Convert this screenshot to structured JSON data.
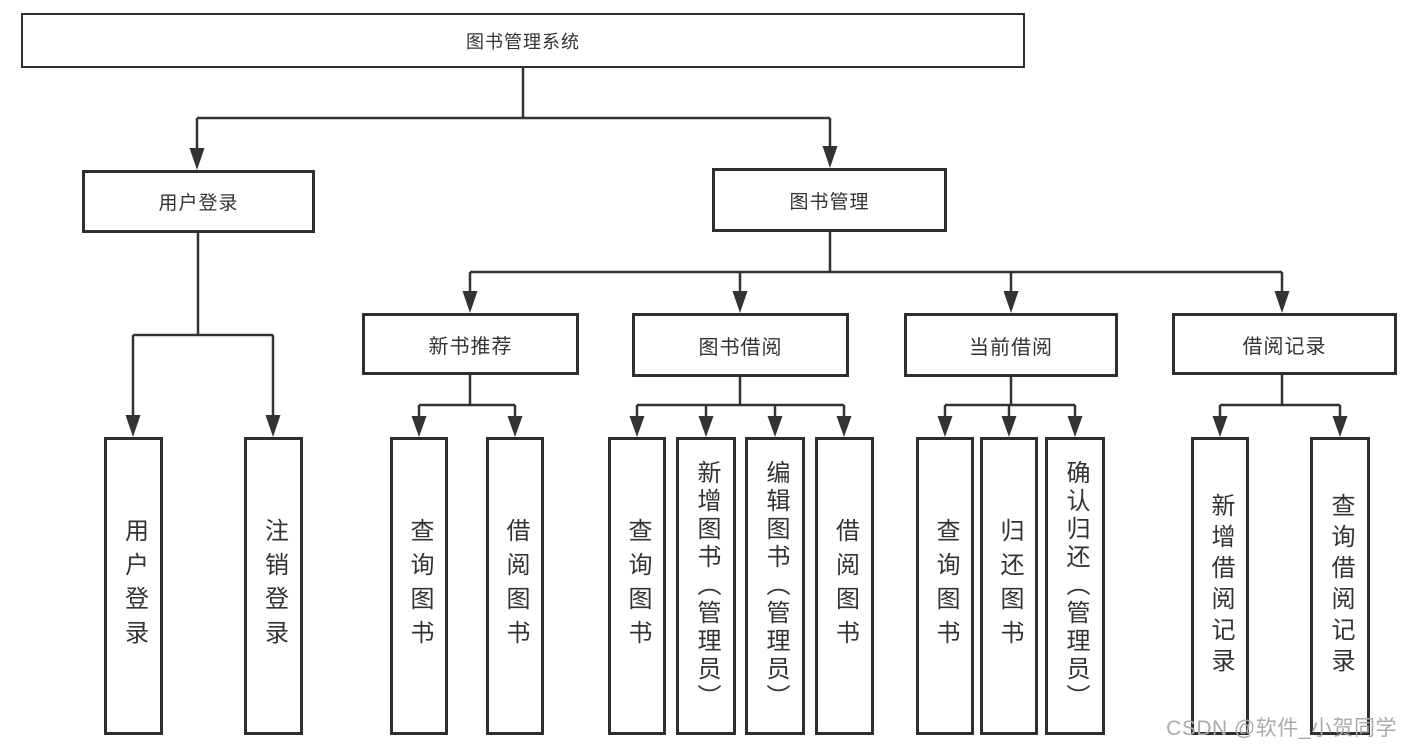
{
  "diagram": {
    "root": {
      "label": "图书管理系统"
    },
    "branches": [
      {
        "label": "用户登录",
        "children": [
          {
            "label": "用户登录"
          },
          {
            "label": "注销登录"
          }
        ]
      },
      {
        "label": "图书管理",
        "children": [
          {
            "label": "新书推荐",
            "children": [
              {
                "label": "查询图书"
              },
              {
                "label": "借阅图书"
              }
            ]
          },
          {
            "label": "图书借阅",
            "children": [
              {
                "label": "查询图书"
              },
              {
                "label": "新增图书（管理员）"
              },
              {
                "label": "编辑图书（管理员）"
              },
              {
                "label": "借阅图书"
              }
            ]
          },
          {
            "label": "当前借阅",
            "children": [
              {
                "label": "查询图书"
              },
              {
                "label": "归还图书"
              },
              {
                "label": "确认归还（管理员）"
              }
            ]
          },
          {
            "label": "借阅记录",
            "children": [
              {
                "label": "新增借阅记录"
              },
              {
                "label": "查询借阅记录"
              }
            ]
          }
        ]
      }
    ]
  },
  "watermark": {
    "text": "CSDN @软件_小贺同学"
  },
  "colors": {
    "line": "#333333",
    "box_border": "#2e2e2e",
    "box_background": "#ffffff",
    "text": "#333333",
    "watermark": "#aaaaaa",
    "background": "#ffffff"
  }
}
